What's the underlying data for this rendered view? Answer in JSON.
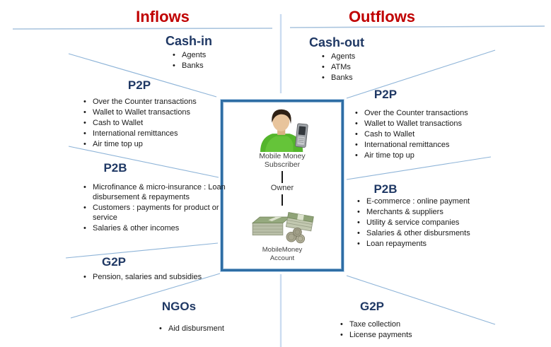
{
  "header": {
    "inflows_title": "Inflows",
    "outflows_title": "Outflows"
  },
  "inflows": {
    "cash_in": {
      "heading": "Cash-in",
      "items": [
        "Agents",
        "Banks"
      ]
    },
    "p2p": {
      "heading": "P2P",
      "items": [
        "Over the Counter transactions",
        "Wallet to Wallet transactions",
        "Cash to Wallet",
        "International remittances",
        "Air time top up"
      ]
    },
    "p2b": {
      "heading": "P2B",
      "items": [
        "Microfinance & micro-insurance : Loan disbursement & repayments",
        "Customers : payments for product or service",
        "Salaries & other incomes"
      ]
    },
    "g2p": {
      "heading": "G2P",
      "items": [
        "Pension, salaries and subsidies"
      ]
    },
    "ngos": {
      "heading": "NGOs",
      "items": [
        "Aid disbursment"
      ]
    }
  },
  "outflows": {
    "cash_out": {
      "heading": "Cash-out",
      "items": [
        "Agents",
        "ATMs",
        "Banks"
      ]
    },
    "p2p": {
      "heading": "P2P",
      "items": [
        "Over the Counter transactions",
        "Wallet to Wallet transactions",
        "Cash to Wallet",
        "International remittances",
        "Air time top up"
      ]
    },
    "p2b": {
      "heading": "P2B",
      "items": [
        "E-commerce : online payment",
        "Merchants & suppliers",
        "Utility & service companies",
        "Salaries & other disbursments",
        "Loan repayments"
      ]
    },
    "g2p": {
      "heading": "G2P",
      "items": [
        "Taxe collection",
        "License payments"
      ]
    }
  },
  "center": {
    "subscriber_label": "Mobile Money Subscriber",
    "owner_label": "Owner",
    "account_label": "MobileMoney Account"
  },
  "colors": {
    "title_red": "#C00000",
    "heading_navy": "#1F3864",
    "divider_blue": "#9CBBDC",
    "box_border_blue": "#2E6DA4",
    "shirt_green": "#54B52C"
  }
}
